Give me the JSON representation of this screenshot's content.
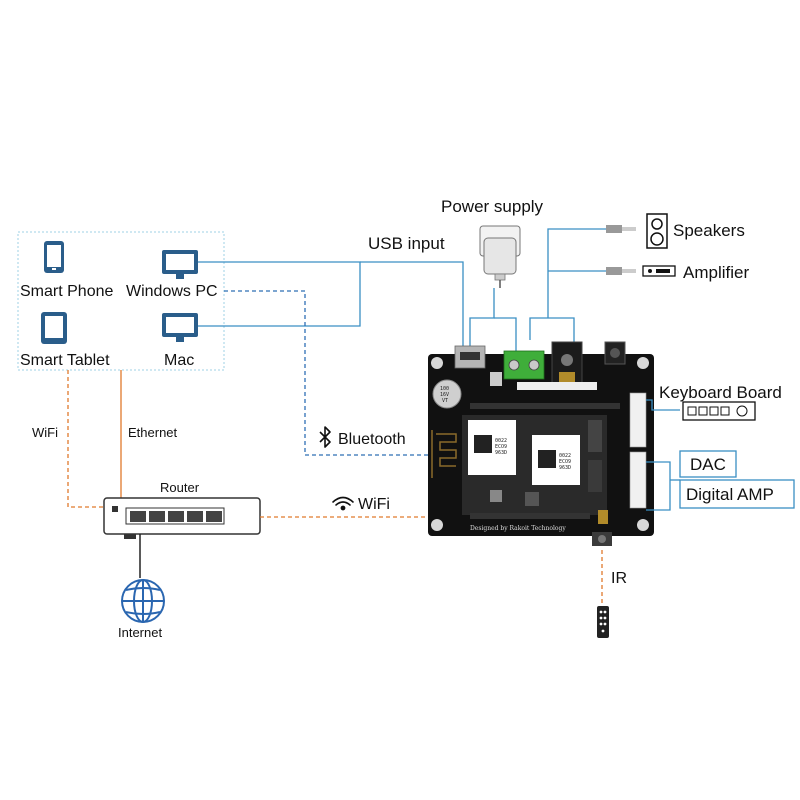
{
  "devices": {
    "smart_phone": "Smart Phone",
    "windows_pc": "Windows PC",
    "smart_tablet": "Smart Tablet",
    "mac": "Mac"
  },
  "links": {
    "usb_input": "USB input",
    "bluetooth": "Bluetooth",
    "wifi_left": "WiFi",
    "ethernet": "Ethernet",
    "wifi_bottom": "WiFi",
    "ir": "IR"
  },
  "network": {
    "router": "Router",
    "internet": "Internet"
  },
  "board_side": {
    "power_supply": "Power supply",
    "speakers": "Speakers",
    "amplifier": "Amplifier",
    "keyboard_board": "Keyboard Board",
    "dac": "DAC",
    "digital_amp": "Digital AMP"
  },
  "board": {
    "credit": "Designed by Rakoit Technology",
    "cap_text": [
      "100",
      "16V",
      "VT"
    ],
    "chip_text": [
      "0022",
      "ECO9",
      "963D"
    ]
  },
  "colors": {
    "usb_line": "#3a8fc4",
    "bluetooth_line": "#2f6fb5",
    "wifi_line": "#e07a2c",
    "ethernet_line": "#e07a2c",
    "board": "#111111",
    "connector_green": "#3fae3a",
    "globe": "#2a66b0"
  },
  "icons": [
    "phone-icon",
    "monitor-icon",
    "tablet-icon",
    "router-icon",
    "globe-icon",
    "bluetooth-icon",
    "wifi-icon",
    "power-adapter-icon",
    "speaker-icon",
    "amplifier-icon",
    "keyboard-board-icon",
    "ir-remote-icon"
  ]
}
